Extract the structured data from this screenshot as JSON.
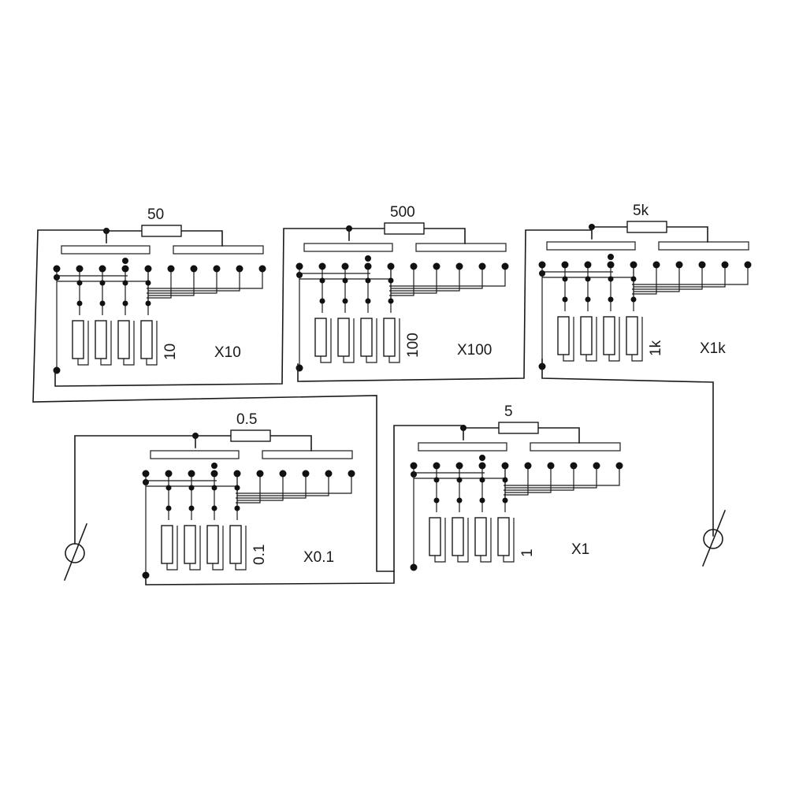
{
  "modules": [
    {
      "id": "x10",
      "series": "50",
      "unit": "10",
      "multiplier": "X10"
    },
    {
      "id": "x100",
      "series": "500",
      "unit": "100",
      "multiplier": "X100"
    },
    {
      "id": "x1k",
      "series": "5k",
      "unit": "1k",
      "multiplier": "X1k"
    },
    {
      "id": "x01",
      "series": "0.5",
      "unit": "0.1",
      "multiplier": "X0.1"
    },
    {
      "id": "x1",
      "series": "5",
      "unit": "1",
      "multiplier": "X1"
    }
  ],
  "terminals": [
    "left-terminal",
    "right-terminal"
  ],
  "colors": {
    "ink": "#1a1a1a",
    "background": "#ffffff"
  }
}
